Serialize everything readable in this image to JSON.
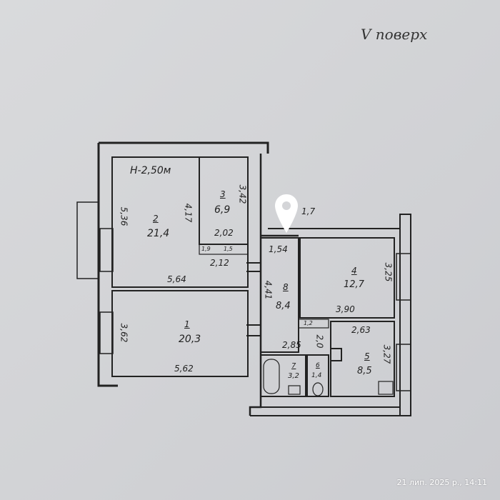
{
  "floor_note": "V поверх",
  "height_note": "H-2,50м",
  "rooms": [
    {
      "number": "1",
      "area": "20,3",
      "width": "5,62",
      "depth": "3,62"
    },
    {
      "number": "2",
      "area": "21,4",
      "width": "5,64",
      "depth": "5,36",
      "inner": "4,17"
    },
    {
      "number": "3",
      "area": "6,9",
      "width": "2,02",
      "depth": "3,42",
      "closet_width": "2,12"
    },
    {
      "number": "4",
      "area": "12,7",
      "width": "3,90",
      "depth": "3,25"
    },
    {
      "number": "5",
      "area": "8,5",
      "width": "2,63",
      "depth": "3,27"
    },
    {
      "number": "6",
      "area": "1,4"
    },
    {
      "number": "7",
      "area": "3,2"
    },
    {
      "number": "8",
      "area": "8,4",
      "width": "2,85",
      "depth": "4,41",
      "top": "1,54",
      "side": "2,0"
    }
  ],
  "closets": [
    "1,9",
    "1,5",
    "1,2"
  ],
  "entrance_dim": "1,7",
  "timestamp": "21 лип. 2025 р., 14:11",
  "colors": {
    "paper": "#d4d5d8",
    "ink": "#222222"
  }
}
